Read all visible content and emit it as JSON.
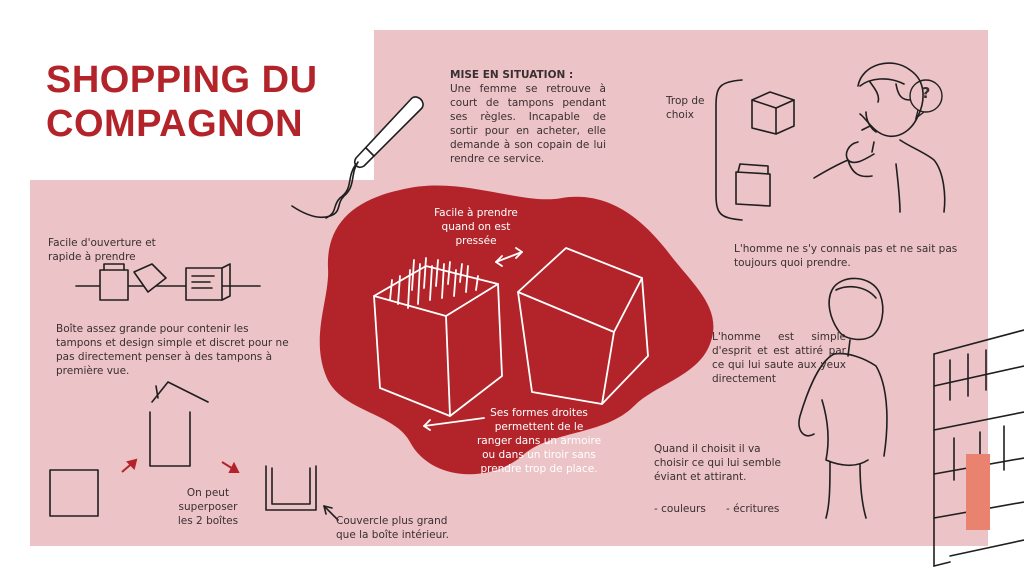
{
  "title": {
    "line1": "SHOPPING DU",
    "line2": "COMPAGNON"
  },
  "situation": {
    "heading": "MISE EN SITUATION :",
    "text": "Une femme se retrouve à court de tampons pendant ses règles. Incapable de sortir pour en acheter, elle demande à son copain de lui rendre ce service."
  },
  "left_notes": {
    "opening": "Facile d'ouverture et rapide à prendre",
    "design": "Boîte assez grande pour contenir les tampons et design simple et discret pour ne pas directement penser à des tampons à première vue.",
    "stack": "On peut superposer les 2 boîtes",
    "lid": "Couvercle plus grand que la boîte intérieur."
  },
  "center_notes": {
    "easy": "Facile à prendre quand on est pressée",
    "shapes": "Ses formes droites permettent de le ranger dans un armoire ou dans un tiroir sans prendre trop de place."
  },
  "right_notes": {
    "choice": "Trop de choix",
    "unknown": "L'homme ne s'y connais pas et ne sait pas toujours quoi prendre.",
    "simple": "L'homme est simple d'esprit et est attiré par ce qui lui saute aux yeux directement",
    "chooses": "Quand il choisit il va choisir ce qui lui semble éviant et attirant.",
    "bullet1": "-  couleurs",
    "bullet2": "-  écritures",
    "question": "?"
  },
  "colors": {
    "accent": "#b3242a",
    "background": "#ecc3c6",
    "shelf_highlight": "#e9826f"
  }
}
